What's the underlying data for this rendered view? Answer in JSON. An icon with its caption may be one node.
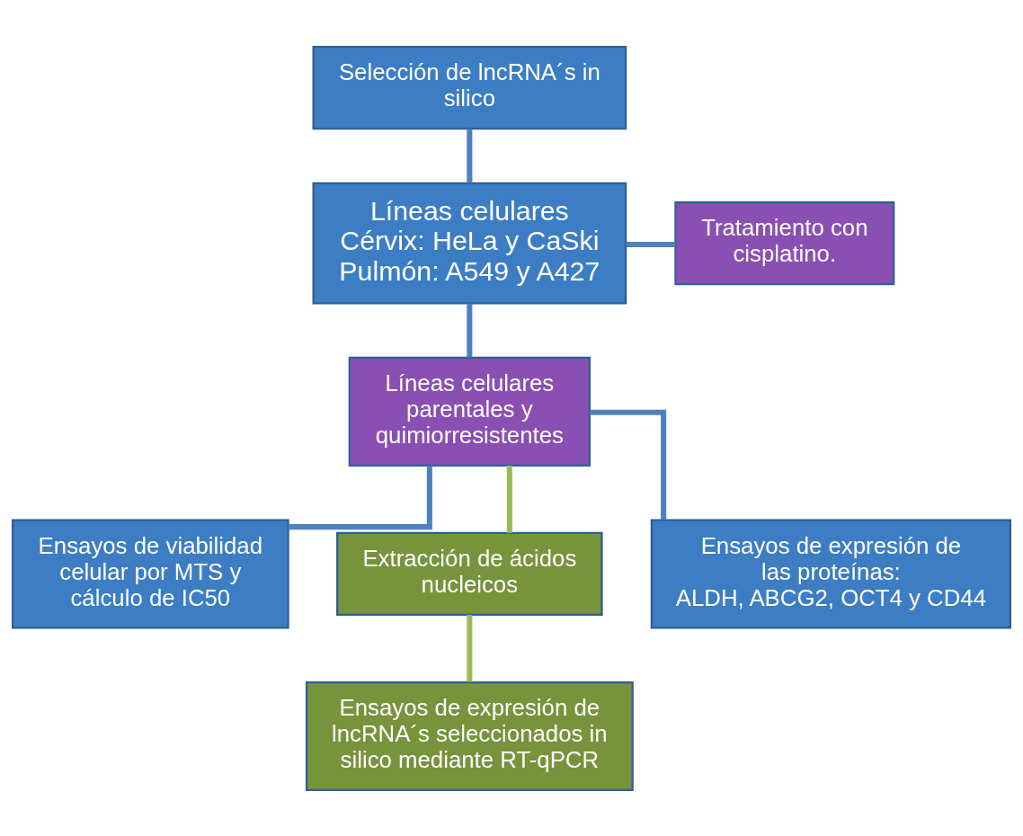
{
  "diagram": {
    "nodes": [
      {
        "text": [
          "Selección de lncRNA´s in silico"
        ]
      },
      {
        "text": [
          "Líneas celulares",
          "Cérvix: HeLa y CaSki",
          "Pulmón: A549 y A427"
        ]
      },
      {
        "text": [
          "Tratamiento con cisplatino."
        ]
      },
      {
        "text": [
          "Líneas celulares parentales y quimiorresistentes"
        ]
      },
      {
        "text": [
          "Ensayos de viabilidad celular por MTS y cálculo de IC50"
        ]
      },
      {
        "text": [
          "Extracción de ácidos nucleicos"
        ]
      },
      {
        "text": [
          "Ensayos de expresión de las proteínas:",
          "ALDH, ABCG2, OCT4 y CD44"
        ]
      },
      {
        "text": [
          "Ensayos de expresión de lncRNA´s seleccionados in silico mediante RT-qPCR"
        ]
      }
    ],
    "edges": [
      {
        "from": 0,
        "to": 1,
        "arrow": "none"
      },
      {
        "from": 1,
        "to": 2,
        "arrow": "none"
      },
      {
        "from": 1,
        "to": 3,
        "arrow": "none"
      },
      {
        "from": 3,
        "to": 4,
        "arrow": "none"
      },
      {
        "from": 3,
        "to": 5,
        "arrow": "none",
        "color": "#9bbb59"
      },
      {
        "from": 3,
        "to": 6,
        "arrow": "none"
      },
      {
        "from": 5,
        "to": 7,
        "arrow": "none",
        "color": "#9bbb59"
      }
    ]
  }
}
